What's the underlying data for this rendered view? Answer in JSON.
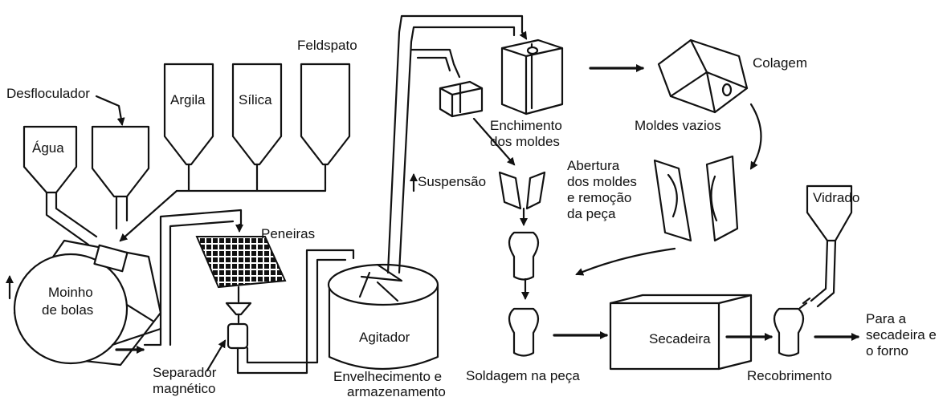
{
  "labels": {
    "deflocculant": "Desfloculador",
    "water": "Água",
    "clay": "Argila",
    "silica": "Sílica",
    "feldspar": "Feldspato",
    "ball_mill_1": "Moinho",
    "ball_mill_2": "de bolas",
    "screens": "Peneiras",
    "magnetic_separator_1": "Separador",
    "magnetic_separator_2": "magnético",
    "agitator": "Agitador",
    "aging_1": "Envelhecimento e",
    "aging_2": "armazenamento",
    "suspension": "Suspensão",
    "mold_filling_1": "Enchimento",
    "mold_filling_2": "dos moldes",
    "empty_molds": "Moldes vazios",
    "casting": "Colagem",
    "mold_opening_1": "Abertura",
    "mold_opening_2": "dos moldes",
    "mold_opening_3": "e remoção",
    "mold_opening_4": "da peça",
    "glaze": "Vidrado",
    "dryer": "Secadeira",
    "welding": "Soldagem na peça",
    "coating": "Recobrimento",
    "to_dryer_1": "Para a",
    "to_dryer_2": "secadeira e",
    "to_dryer_3": "o forno"
  }
}
